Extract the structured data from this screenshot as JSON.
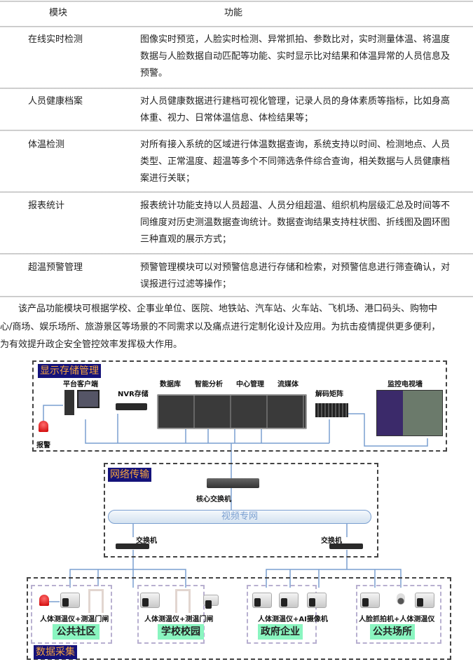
{
  "table": {
    "headers": {
      "module": "模块",
      "function": "功能"
    },
    "rows": [
      {
        "module": "在线实时检测",
        "lines": [
          "图像实时预览，人脸实时检测、异常抓拍、参数比对，实时测量体温、将温度",
          "数据与人脸数据自动匹配等功能、实时显示比对结果和体温异常的人员信息及",
          "预警。"
        ]
      },
      {
        "module": "人员健康档案",
        "lines": [
          "对人员健康数据进行建档可视化管理，记录人员的身体素质等指标，比如身高",
          "体重、视力、日常体温信息、体检结果等；"
        ]
      },
      {
        "module": "体温检测",
        "lines": [
          "对所有接入系统的区域进行体温数据查询，系统支持以时间、检测地点、人员",
          "类型、正常温度、超温等多个不同筛选条件综合查询，相关数据与人员健康档",
          "案进行关联；"
        ]
      },
      {
        "module": "报表统计",
        "lines": [
          "报表统计功能支持以人员超温、人员分组超温、组织机构层级汇总及时间等不",
          "同维度对历史测温数据查询统计。数据查询结果支持柱状图、折线图及圆环图",
          "三种直观的展示方式；"
        ]
      },
      {
        "module": "超温预警管理",
        "lines": [
          "预警管理模块可以对预警信息进行存储和检索，对预警信息进行筛查确认，对",
          "误报进行过滤等操作；"
        ]
      }
    ]
  },
  "paragraph": [
    "　　该产品功能模块可根据学校、企事业单位、医院、地铁站、汽车站、火车站、飞机场、港口码头、购物中",
    "心/商场、娱乐场所、旅游景区等场景的不同需求以及痛点进行定制化设计及应用。为抗击疫情提供更多便利，",
    "为有效提升政企安全管控效率发挥极大作用。"
  ],
  "diagram": {
    "display": {
      "title": "显示存储管理",
      "client": "平台客户端",
      "nvr": "NVR存储",
      "db": "数据库",
      "analysis": "智能分析",
      "center": "中心管理",
      "media": "流媒体",
      "decoder": "解码矩阵",
      "tvwall": "监控电视墙",
      "alarm": "报警"
    },
    "network": {
      "title": "网络传输",
      "core": "核心交换机",
      "pipe": "视频专网",
      "switch_left": "交换机",
      "switch_right": "交换机"
    },
    "collect": {
      "title": "数据采集",
      "groups": [
        {
          "caption": "人体测温仪+测温门闸",
          "tag": "公共社区"
        },
        {
          "caption": "人体测温仪+测温门闸",
          "tag": "学校校园"
        },
        {
          "caption": "人体测温仪+AI摄像机",
          "tag": "政府企业"
        },
        {
          "caption": "人脸抓拍机+人体测温仪",
          "tag": "公共场所"
        }
      ]
    }
  }
}
